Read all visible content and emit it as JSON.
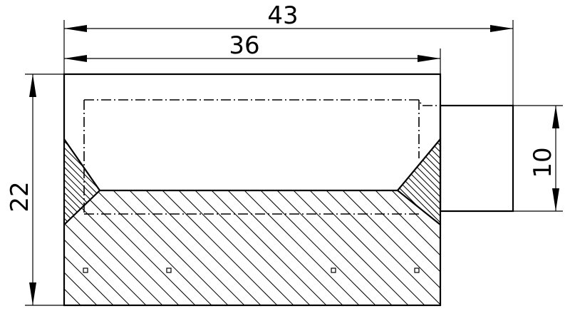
{
  "dimensions": {
    "overall_width": "43",
    "body_width": "36",
    "height": "22",
    "step_height": "10"
  }
}
